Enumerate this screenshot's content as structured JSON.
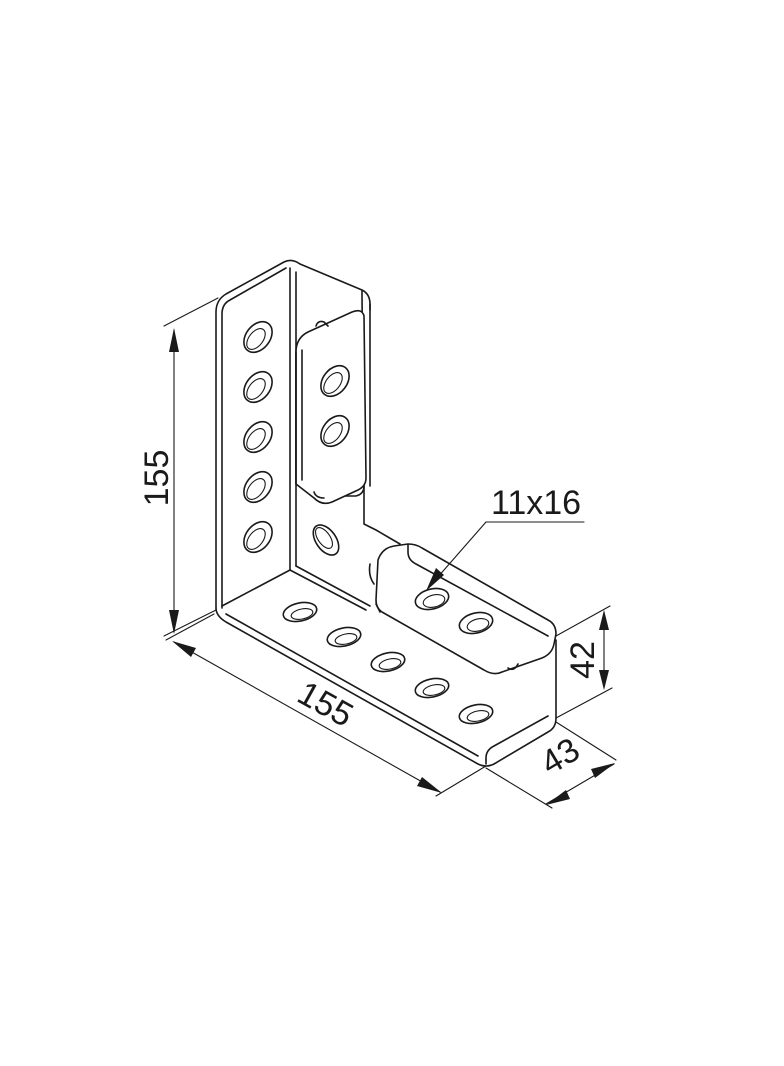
{
  "figure": {
    "dimensions": {
      "height": "155",
      "length": "155",
      "flange_height": "42",
      "width": "43",
      "slot": "11x16"
    },
    "colors": {
      "line": "#1a1a1a",
      "background": "#ffffff"
    }
  }
}
